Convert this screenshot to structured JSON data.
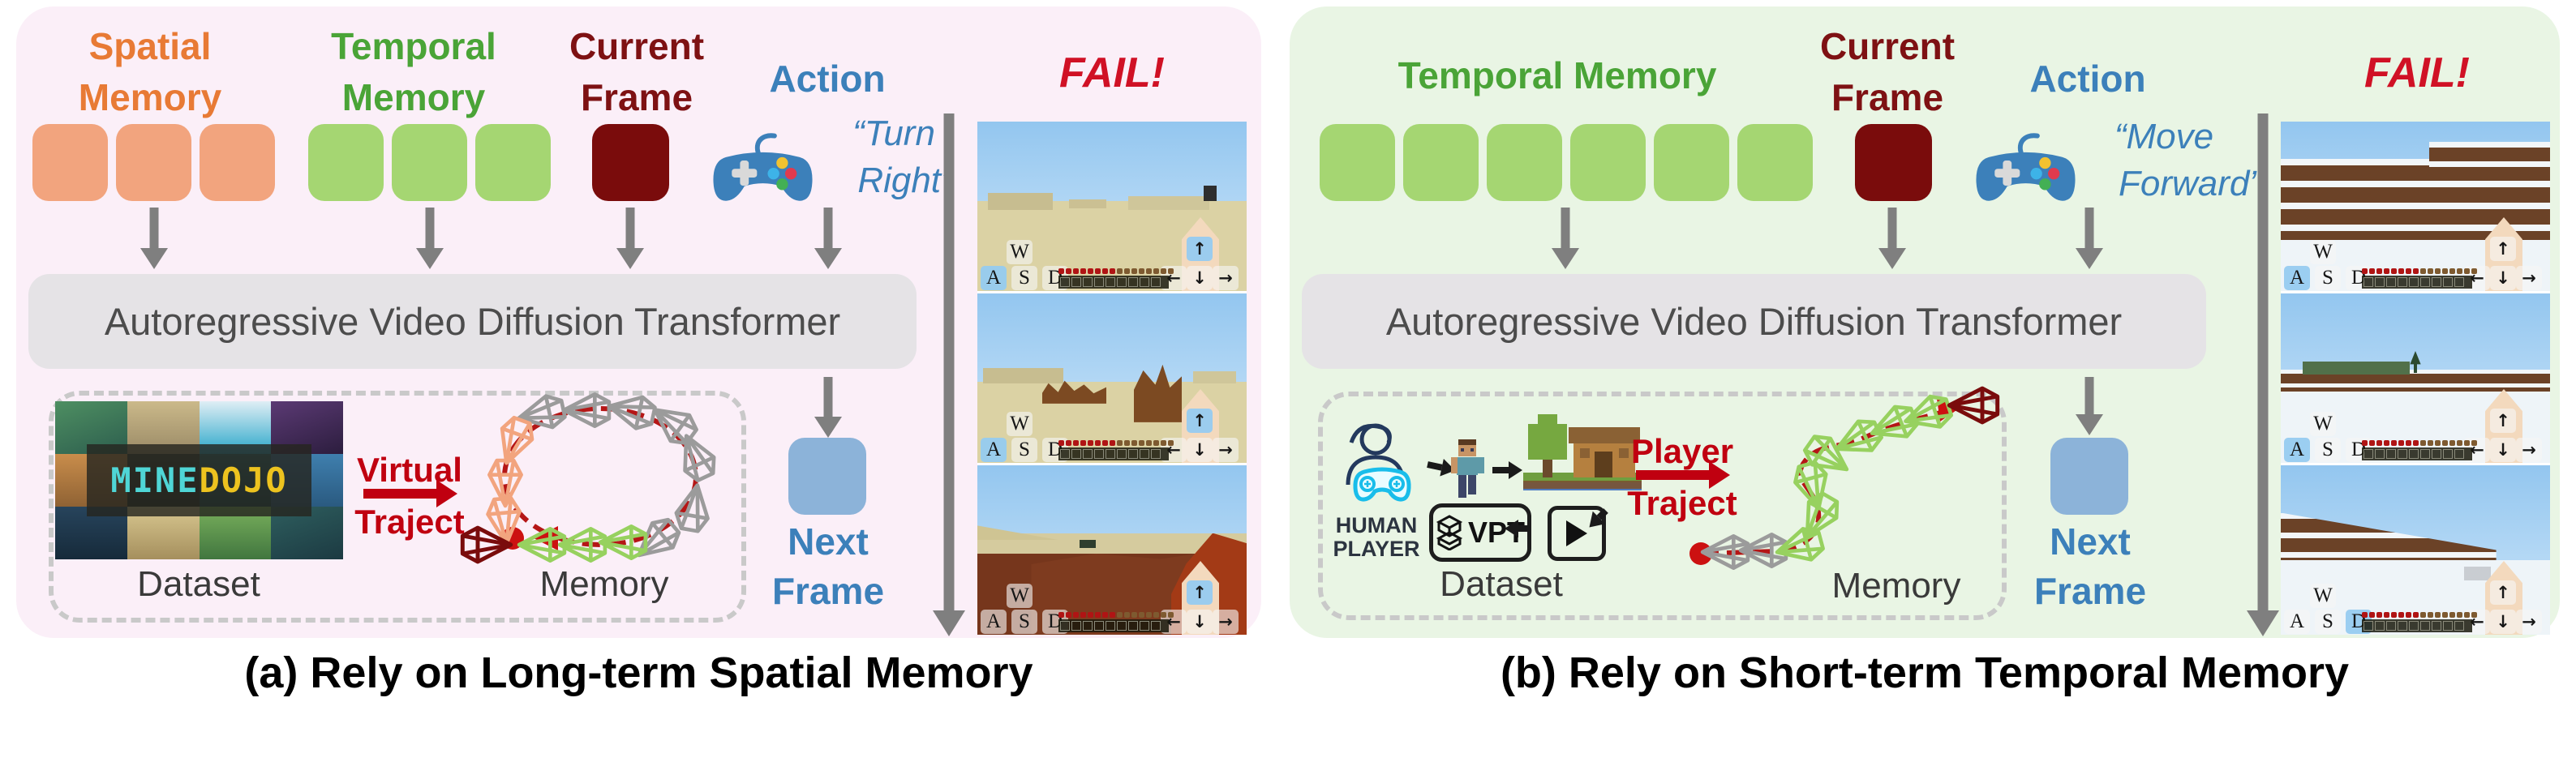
{
  "colors": {
    "bg_a": "#fbeff8",
    "bg_b": "#e9f5e4",
    "salmon": "#f2a47e",
    "lgreen": "#a5d672",
    "maroon": "#7a0c0c",
    "blue_box": "#8cb3d9",
    "blue_text": "#3c80ba",
    "orange_text": "#e87a35",
    "green_text": "#4aa437",
    "maroon_text": "#7e1113",
    "red": "#d01125",
    "trajred": "#c00010",
    "gray": "#7f7f7f",
    "boxgray": "#e5e3e6",
    "dash": "#c9c9c9"
  },
  "transformer_label": "Autoregressive Video Diffusion Transformer",
  "dataset_label": "Dataset",
  "memory_label": "Memory",
  "next_frame_label": "Next\nFrame",
  "panel_a": {
    "caption": "(a) Rely on Long-term Spatial Memory",
    "spatial_title": "Spatial\nMemory",
    "temporal_title": "Temporal\nMemory",
    "current_title": "Current\nFrame",
    "action_title": "Action",
    "fail_label": "FAIL!",
    "quote_line1": "“Turn",
    "quote_line2": "Right”",
    "traject_line1": "Virtual",
    "traject_line2": "Traject",
    "minedojo_mine": "MINE",
    "minedojo_dojo": "DOJO",
    "spatial_count": 3,
    "temporal_count": 3,
    "frames": [
      {
        "pressed": [
          "A",
          "up"
        ]
      },
      {
        "pressed": [
          "A",
          "up"
        ]
      },
      {
        "pressed": [
          "up"
        ]
      }
    ]
  },
  "panel_b": {
    "caption": "(b) Rely on Short-term Temporal Memory",
    "temporal_title": "Temporal Memory",
    "current_title": "Current\nFrame",
    "action_title": "Action",
    "fail_label": "FAIL!",
    "quote_line1": "“Move",
    "quote_line2": "Forward”",
    "traject_line1": "Player",
    "traject_line2": "Traject",
    "human_player_label": "HUMAN\nPLAYER",
    "vpt_label": "VPT",
    "temporal_count": 6,
    "frames": [
      {
        "pressed": [
          "A"
        ]
      },
      {
        "pressed": [
          "A"
        ]
      },
      {
        "pressed": [
          "D"
        ]
      }
    ]
  },
  "keys": {
    "w": "W",
    "a": "A",
    "s": "S",
    "d": "D",
    "up": "↑",
    "down": "↓",
    "left": "←",
    "right": "→"
  }
}
